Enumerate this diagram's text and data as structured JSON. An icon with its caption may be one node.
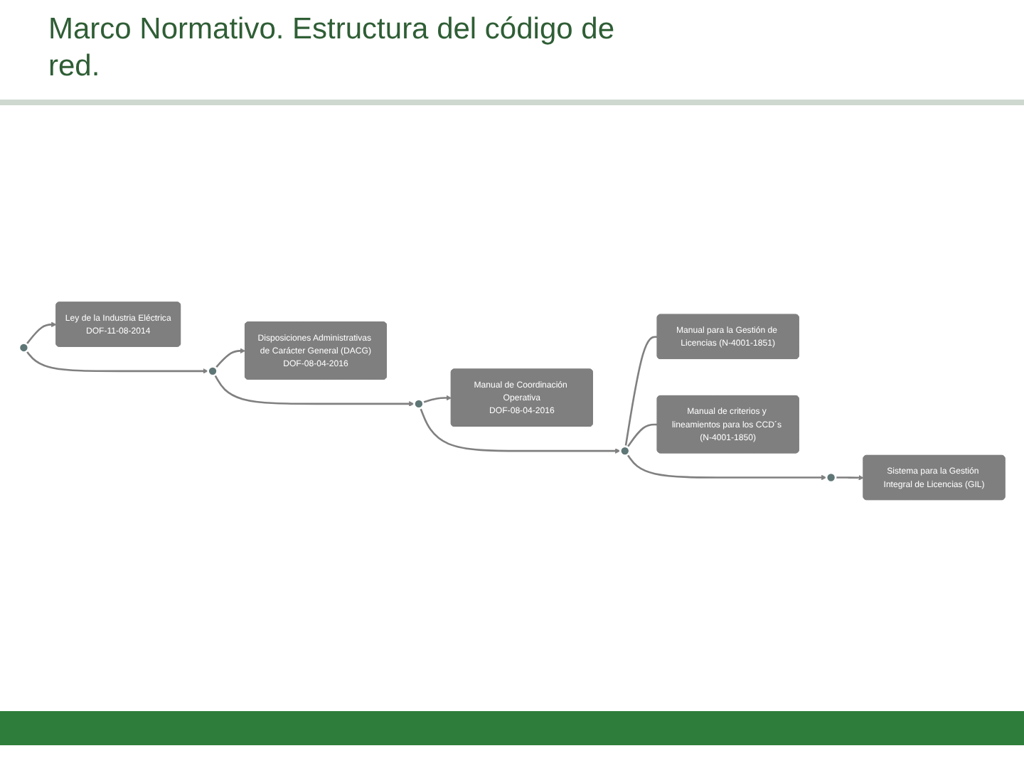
{
  "diagram": {
    "title": "Marco Normativo. Estructura del código de red.",
    "nodes": [
      {
        "text": [
          "Ley de la Industria Eléctrica",
          "DOF-11-08-2014"
        ]
      },
      {
        "text": [
          "Manual de Coordinación Operativa",
          "DOF-08-04-2016"
        ]
      },
      {
        "text": [
          "Sistema para la Gestión Integral de Licencias (GIL)"
        ]
      },
      {
        "text": [],
        "shape": "circle"
      },
      {
        "text": [],
        "shape": "circle"
      },
      {
        "text": [],
        "shape": "circle"
      },
      {
        "text": [],
        "shape": "circle"
      },
      {
        "text": [],
        "shape": "circle"
      },
      {
        "text": [
          "Disposiciones Administrativas de Carácter General (DACG)",
          "DOF-08-04-2016"
        ]
      },
      {
        "text": [
          "Manual para la Gestión de Licencias (N-4001-1851)"
        ]
      },
      {
        "text": [
          "Manual de criterios y lineamientos para los CCD´s (N-4001-1850)"
        ]
      }
    ],
    "edges": [
      {
        "from": 3,
        "to": 4,
        "arrow": "to"
      },
      {
        "from": 4,
        "to": 5,
        "arrow": "to"
      },
      {
        "from": 5,
        "to": 6,
        "arrow": "to"
      },
      {
        "from": 6,
        "to": 7,
        "arrow": "to"
      },
      {
        "from": 3,
        "to": 0,
        "arrow": "to"
      },
      {
        "from": 4,
        "to": 8,
        "arrow": "to"
      },
      {
        "from": 5,
        "to": 1,
        "arrow": "to"
      },
      {
        "from": 7,
        "to": 2,
        "arrow": "to"
      },
      {
        "from": 6,
        "to": 9,
        "arrow": "none"
      },
      {
        "from": 6,
        "to": 10,
        "arrow": "none"
      }
    ]
  }
}
